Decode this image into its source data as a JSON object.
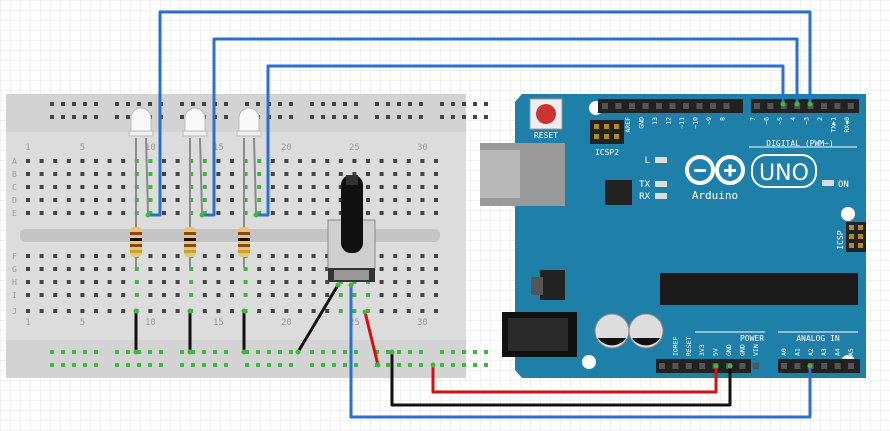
{
  "breadboard": {
    "column_numbers": [
      "1",
      "5",
      "10",
      "15",
      "20",
      "25",
      "30"
    ],
    "row_letters_top": [
      "A",
      "B",
      "C",
      "D",
      "E"
    ],
    "row_letters_bottom": [
      "F",
      "G",
      "H",
      "I",
      "J"
    ]
  },
  "arduino": {
    "logo_text": "Arduino",
    "model": "UNO",
    "reset_label": "RESET",
    "icsp2_label": "ICSP2",
    "icsp_label": "ICSP",
    "led_l": "L",
    "led_tx": "TX",
    "led_rx": "RX",
    "on_label": "ON",
    "digital_label": "DIGITAL (PWM~)",
    "power_label": "POWER",
    "analog_label": "ANALOG IN",
    "digital_pins": [
      "AREF",
      "GND",
      "13",
      "12",
      "~11",
      "~10",
      "~9",
      "8",
      "7",
      "~6",
      "~5",
      "4",
      "~3",
      "2",
      "TX▶1",
      "RX◀0"
    ],
    "power_pins": [
      "IOREF",
      "RESET",
      "3V3",
      "5V",
      "GND",
      "GND",
      "VIN"
    ],
    "analog_pins": [
      "A0",
      "A1",
      "A2",
      "A3",
      "A4",
      "A5"
    ]
  },
  "colors": {
    "board": "#1e7fa8",
    "wire_blue": "#2b6fcf",
    "wire_red": "#d41111",
    "wire_black": "#111111",
    "breadboard": "#dedede",
    "hole": "#444444",
    "connected": "#3db83d"
  }
}
